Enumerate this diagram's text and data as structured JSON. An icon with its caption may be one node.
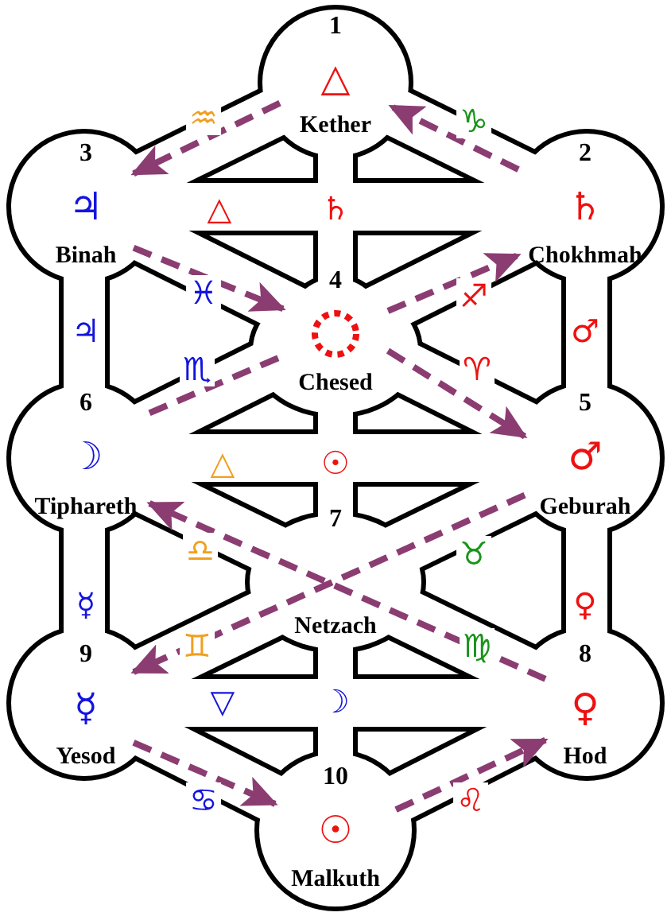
{
  "diagram": {
    "nodes": [
      {
        "text": [
          "1",
          "△",
          "Kether"
        ]
      },
      {
        "text": [
          "2",
          "♄",
          "Chokhmah"
        ]
      },
      {
        "text": [
          "3",
          "♃",
          "Binah"
        ]
      },
      {
        "text": [
          "4",
          "Chesed"
        ]
      },
      {
        "text": [
          "5",
          "♂",
          "Geburah"
        ]
      },
      {
        "text": [
          "6",
          "☽",
          "Tiphareth"
        ]
      },
      {
        "text": [
          "7",
          "Netzach"
        ]
      },
      {
        "text": [
          "8",
          "♀",
          "Hod"
        ]
      },
      {
        "text": [
          "9",
          "☿",
          "Yesod"
        ]
      },
      {
        "text": [
          "10",
          "☉",
          "Malkuth"
        ]
      }
    ],
    "edges": [
      {
        "from": 1,
        "to": 0,
        "arrow": "to",
        "style": "dashed"
      },
      {
        "from": 0,
        "to": 2,
        "arrow": "to",
        "style": "dashed"
      },
      {
        "from": 2,
        "to": 3,
        "arrow": "to",
        "style": "dashed"
      },
      {
        "from": 3,
        "to": 4,
        "arrow": "to",
        "style": "dashed"
      },
      {
        "from": 5,
        "to": 3,
        "arrow": "none",
        "style": "dashed"
      },
      {
        "from": 3,
        "to": 1,
        "arrow": "to",
        "style": "dashed"
      },
      {
        "from": 4,
        "to": 8,
        "arrow": "to",
        "style": "dashed"
      },
      {
        "from": 7,
        "to": 5,
        "arrow": "to",
        "style": "dashed"
      },
      {
        "from": 8,
        "to": 9,
        "arrow": "to",
        "style": "dashed"
      },
      {
        "from": 9,
        "to": 7,
        "arrow": "to",
        "style": "dashed"
      }
    ],
    "labels": [
      "♒",
      "♑",
      "△",
      "♄",
      "♓",
      "♐",
      "♃",
      "♂",
      "♏",
      "♈",
      "△",
      "☉",
      "♎",
      "♉",
      "☿",
      "♀",
      "♊",
      "♍",
      "▽",
      "☽",
      "♋",
      "♌"
    ]
  }
}
